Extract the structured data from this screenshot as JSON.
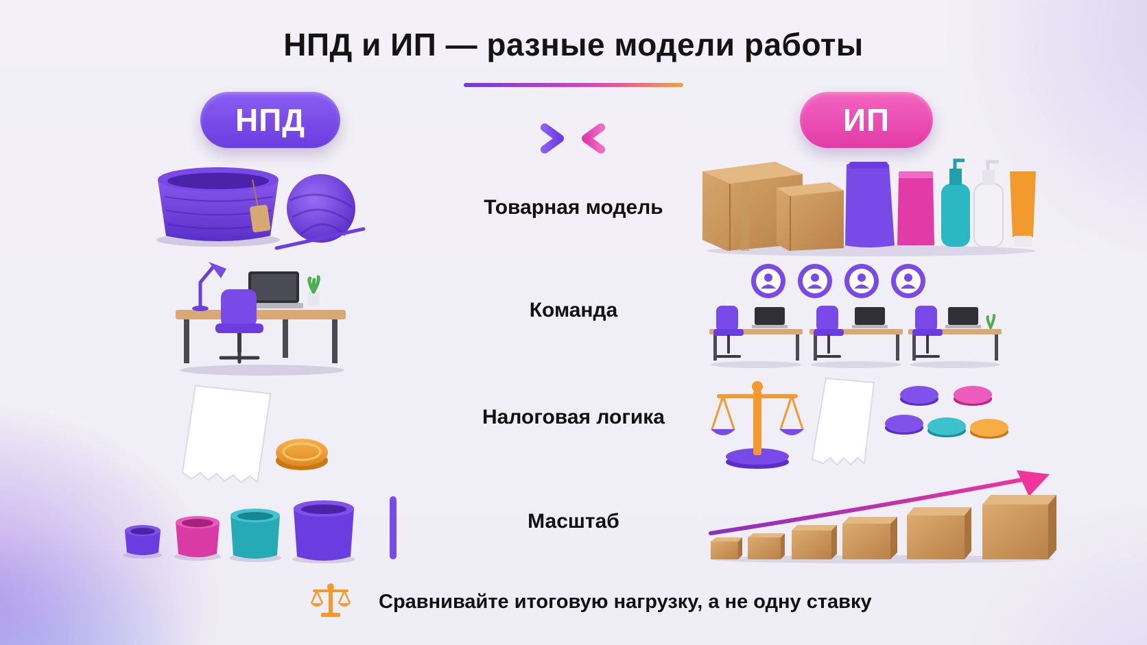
{
  "title": "НПД и ИП — разные модели работы",
  "left_badge": "НПД",
  "right_badge": "ИП",
  "rows": [
    {
      "label": "Товарная модель"
    },
    {
      "label": "Команда"
    },
    {
      "label": "Налоговая логика"
    },
    {
      "label": "Масштаб"
    }
  ],
  "footer": {
    "text": "Сравнивайте итоговую нагрузку, а не одну ставку",
    "icon": "scales-icon"
  },
  "colors": {
    "purple": "#6b3ce0",
    "pink": "#e23aa7",
    "teal": "#2bb7c4",
    "orange": "#f39a2e",
    "cardboard": "#c9975f"
  }
}
